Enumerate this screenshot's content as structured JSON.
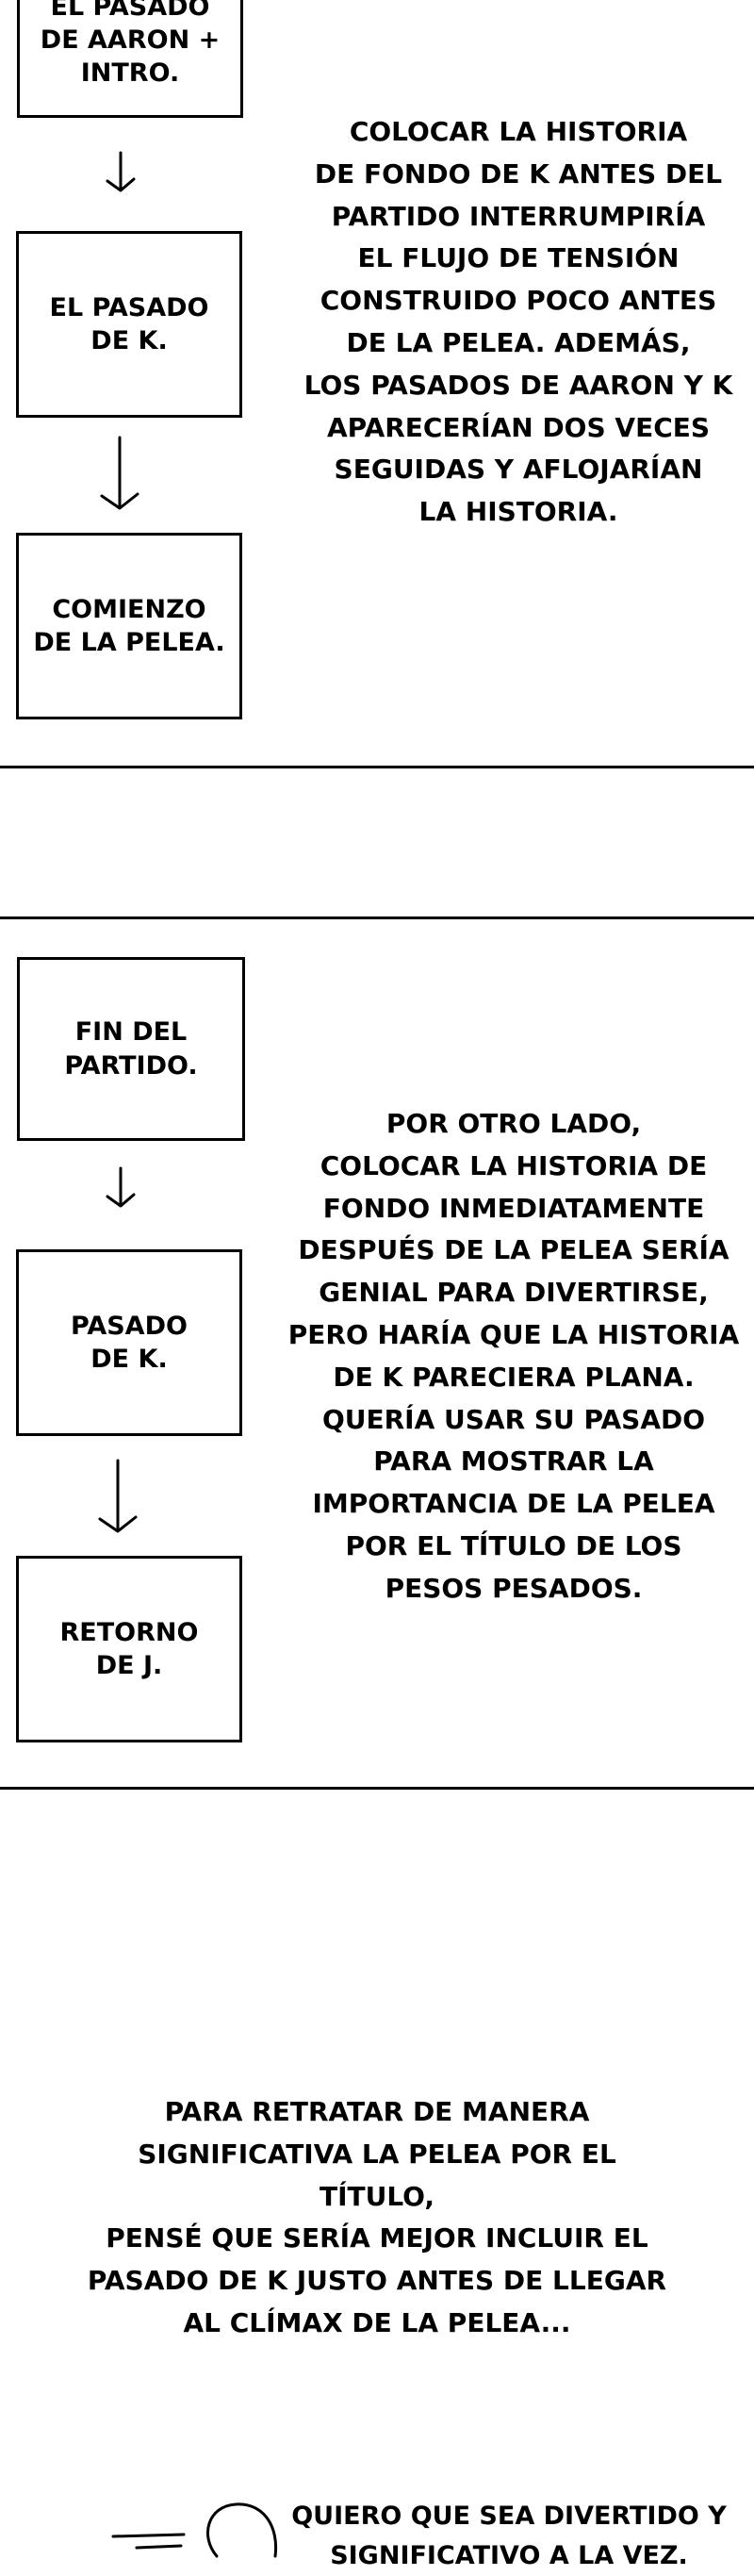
{
  "panels": [
    {
      "boxes": [
        "EL PASADO\nDE AARON +\nINTRO.",
        "EL PASADO\nDE K.",
        "COMIENZO\nDE LA PELEA."
      ],
      "note": "COLOCAR LA HISTORIA\nDE FONDO DE K ANTES DEL\nPARTIDO INTERRUMPIRÍA\nEL FLUJO DE TENSIÓN\nCONSTRUIDO POCO ANTES\nDE LA PELEA. ADEMÁS,\nLOS PASADOS DE AARON Y K\nAPARECERÍAN DOS VECES\nSEGUIDAS Y AFLOJARÍAN\nLA HISTORIA."
    },
    {
      "boxes": [
        "FIN DEL\nPARTIDO.",
        "PASADO\nDE K.",
        "RETORNO\nDE J."
      ],
      "note": "POR OTRO LADO,\nCOLOCAR LA HISTORIA DE\nFONDO INMEDIATAMENTE\nDESPUÉS DE LA PELEA SERÍA\nGENIAL PARA DIVERTIRSE,\nPERO HARÍA QUE LA HISTORIA\nDE K PARECIERA PLANA.\nQUERÍA USAR SU PASADO\nPARA MOSTRAR LA\nIMPORTANCIA DE LA PELEA\nPOR EL TÍTULO DE LOS\nPESOS PESADOS."
    }
  ],
  "narration": "PARA RETRATAR DE MANERA\nSIGNIFICATIVA LA PELEA POR EL TÍTULO,\nPENSÉ QUE SERÍA MEJOR INCLUIR EL\nPASADO DE K JUSTO ANTES DE LLEGAR\nAL CLÍMAX DE LA PELEA...",
  "speech": "QUIERO QUE SEA DIVERTIDO Y\nSIGNIFICATIVO A LA VEZ."
}
